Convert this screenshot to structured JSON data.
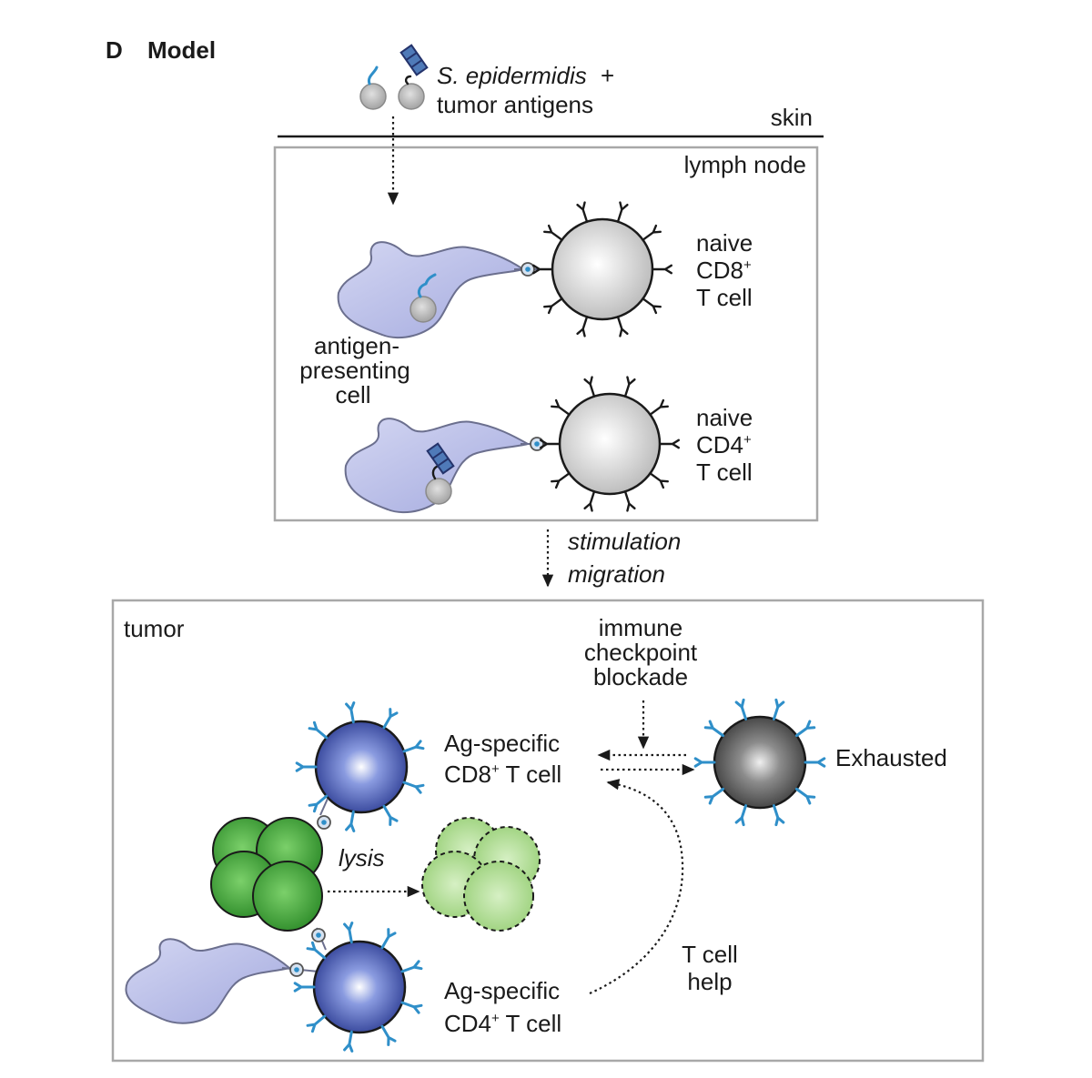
{
  "panel": {
    "letter": "D",
    "title": "Model"
  },
  "top": {
    "antigen_label_italic": "S. epidermidis",
    "antigen_label_plus": " +",
    "antigen_label_line2": "tumor antigens",
    "skin_label": "skin"
  },
  "lymph_node": {
    "label": "lymph node",
    "apc_label": [
      "antigen-",
      "presenting",
      "cell"
    ],
    "cd8_label": [
      "naive",
      "CD8",
      "+",
      "T cell"
    ],
    "cd4_label": [
      "naive",
      "CD4",
      "+",
      "T cell"
    ]
  },
  "transition": {
    "line1": "stimulation",
    "line2": "migration"
  },
  "tumor": {
    "label": "tumor",
    "checkpoint_label": [
      "immune",
      "checkpoint",
      "blockade"
    ],
    "cd8_label": [
      "Ag-specific",
      "CD8",
      "+",
      " T cell"
    ],
    "cd4_label": [
      "Ag-specific",
      "CD4",
      "+",
      " T cell"
    ],
    "exhausted_label": "Exhausted",
    "lysis_label": "lysis",
    "help_label": [
      "T cell",
      "help"
    ]
  },
  "colors": {
    "t_cell_naive": "#d9d9d9",
    "t_cell_activated": "#3a4fa8",
    "t_cell_exhausted": "#6a6a6a",
    "apc": "#b9bde6",
    "tumor_cell": "#3fa63a",
    "lysed_tumor_cell": "#a9d98c",
    "receptor_tumor": "#2f8fc9"
  }
}
